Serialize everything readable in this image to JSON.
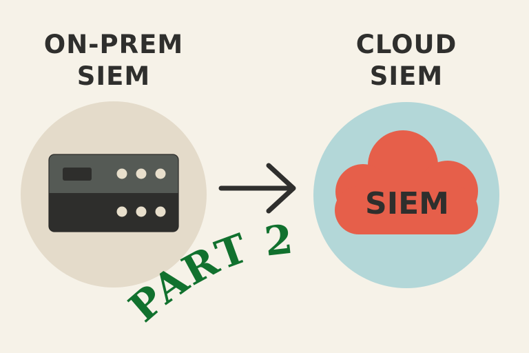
{
  "left": {
    "title_line1": "ON-PREM",
    "title_line2": "SIEM",
    "icon": "server-icon"
  },
  "right": {
    "title_line1": "CLOUD",
    "title_line2": "SIEM",
    "icon": "cloud-icon",
    "cloud_label": "SIEM"
  },
  "arrow": {
    "icon": "arrow-right-icon"
  },
  "banner": {
    "text": "PART 2"
  },
  "colors": {
    "background": "#f6f2e8",
    "left_circle": "#e4dbca",
    "right_circle": "#b3d7d8",
    "server_top": "#555a55",
    "server_bottom": "#2e2e2c",
    "server_dots": "#e8dfcc",
    "cloud": "#e65f4a",
    "text_dark": "#2f2f2d",
    "banner_green": "#11712e"
  }
}
